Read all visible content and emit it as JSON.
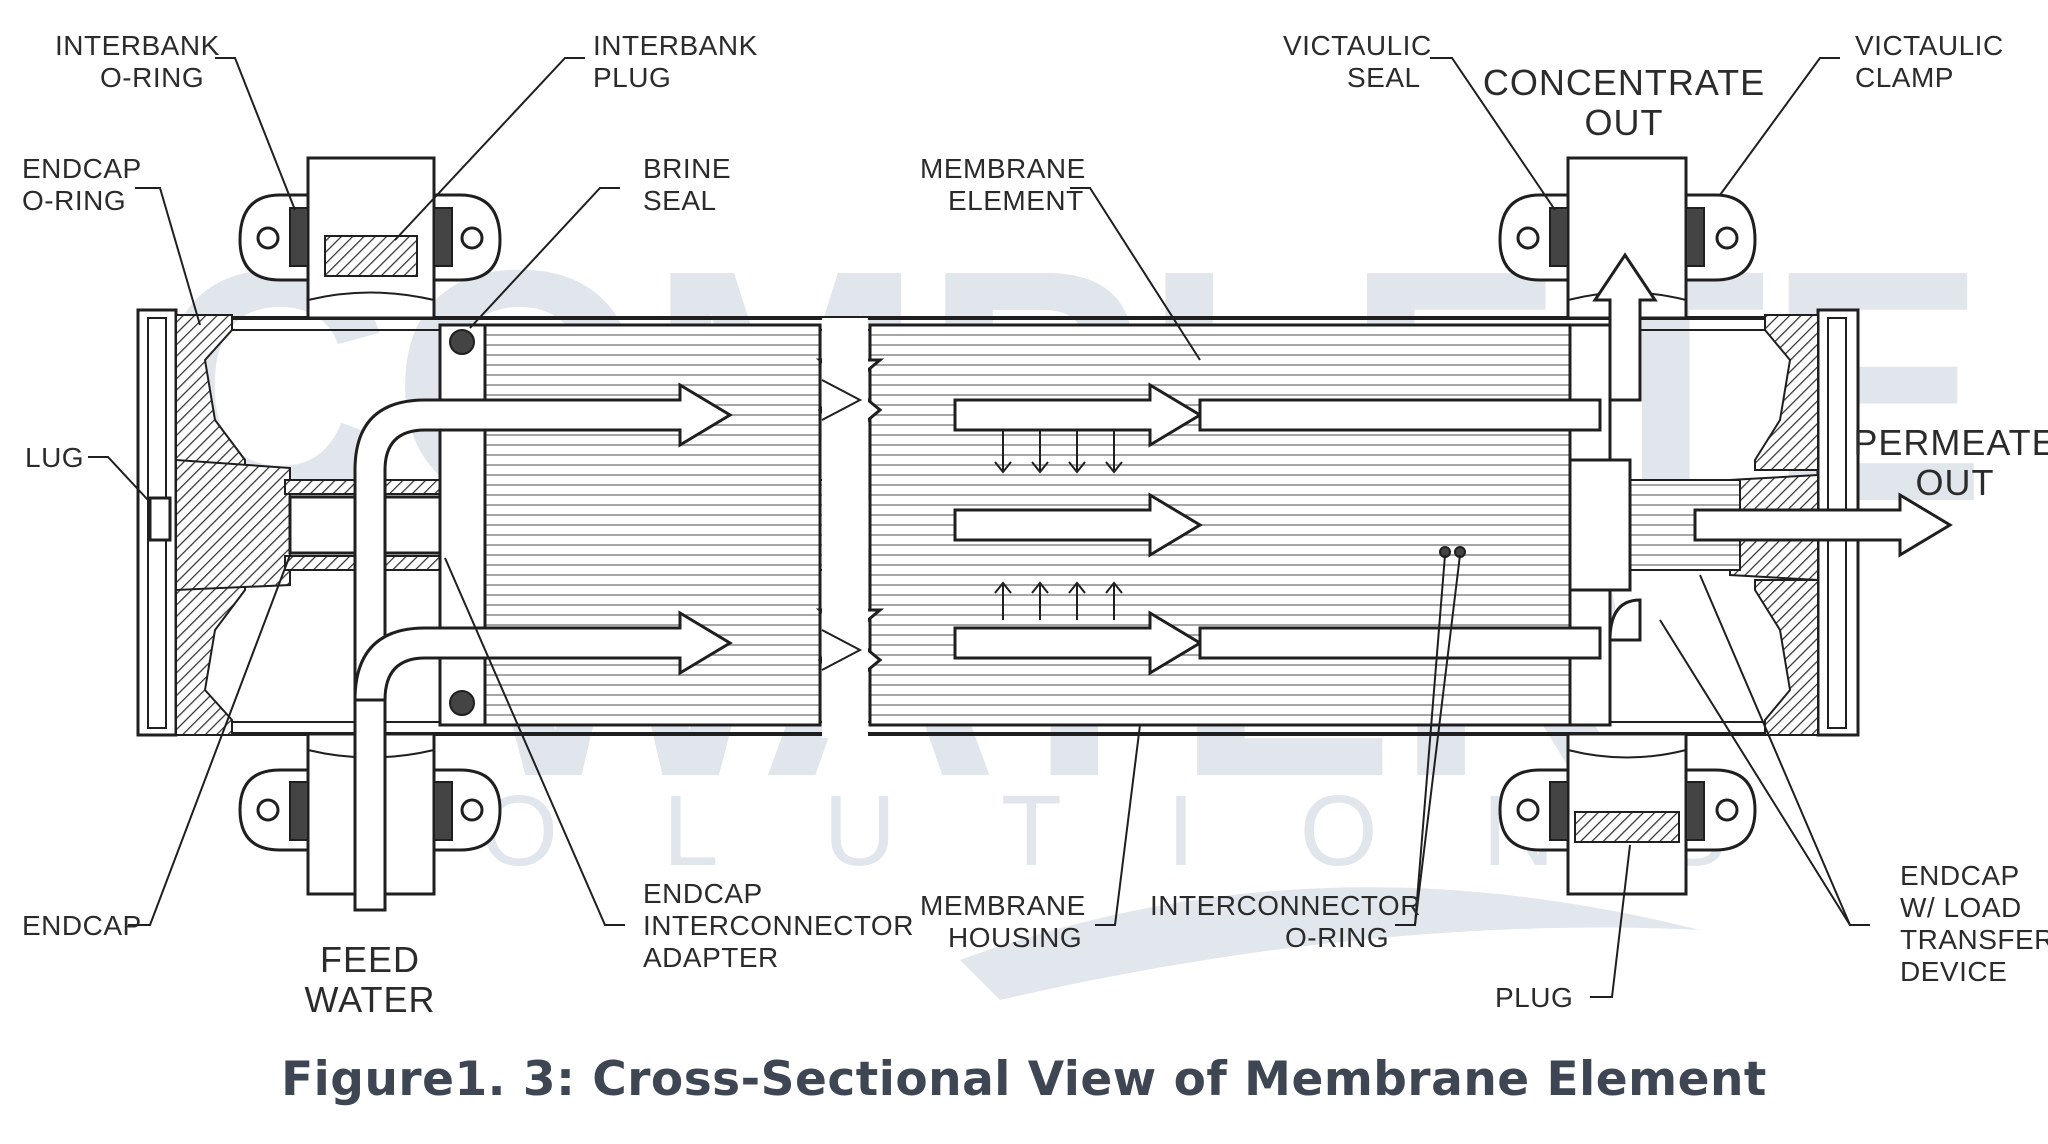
{
  "labels": {
    "interbank_oring": [
      "INTERBANK",
      "O-RING"
    ],
    "interbank_plug": [
      "INTERBANK",
      "PLUG"
    ],
    "endcap_oring": [
      "ENDCAP",
      "O-RING"
    ],
    "brine_seal": [
      "BRINE",
      "SEAL"
    ],
    "membrane_element": [
      "MEMBRANE",
      "ELEMENT"
    ],
    "victaulic_seal": [
      "VICTAULIC",
      "SEAL"
    ],
    "concentrate_out": [
      "CONCENTRATE",
      "OUT"
    ],
    "victaulic_clamp": [
      "VICTAULIC",
      "CLAMP"
    ],
    "lug": "LUG",
    "permeate_out": [
      "PERMEATE",
      "OUT"
    ],
    "endcap": "ENDCAP",
    "feed_water": [
      "FEED",
      "WATER"
    ],
    "endcap_interconnector_adapter": [
      "ENDCAP",
      "INTERCONNECTOR",
      "ADAPTER"
    ],
    "membrane_housing": [
      "MEMBRANE",
      "HOUSING"
    ],
    "interconnector_oring": [
      "INTERCONNECTOR",
      "O-RING"
    ],
    "plug": "PLUG",
    "endcap_load_transfer": [
      "ENDCAP",
      "W/  LOAD",
      "TRANSFER",
      "DEVICE"
    ]
  },
  "watermark": {
    "line1": "COMPLETE",
    "line2": "WATER",
    "line3": "SOLUTIONS",
    "color": "#9fb0c4"
  },
  "caption": "Figure1. 3: Cross-Sectional View of Membrane Element",
  "colors": {
    "line": "#1f1f1f",
    "caption": "#3d4652",
    "wave": "#c9d3de"
  }
}
